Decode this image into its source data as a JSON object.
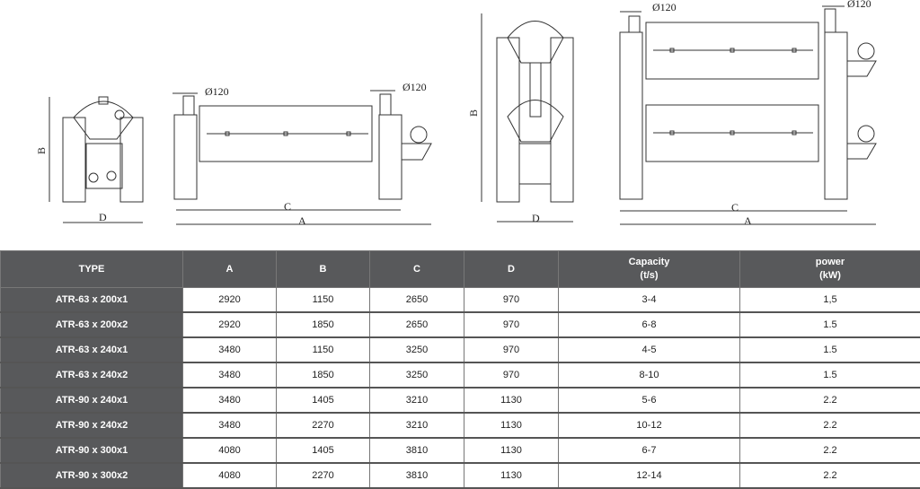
{
  "drawings": {
    "labels": {
      "a": "A",
      "b": "B",
      "c": "C",
      "d": "D",
      "pipe": "Ø120"
    }
  },
  "table": {
    "headers": {
      "type": "TYPE",
      "a": "A",
      "b": "B",
      "c": "C",
      "d": "D",
      "capacity": "Capacity",
      "capacity_unit": "(t/s)",
      "power": "power",
      "power_unit": "(kW)"
    },
    "rows": [
      {
        "type": "ATR-63 x 200x1",
        "a": "2920",
        "b": "1150",
        "c": "2650",
        "d": "970",
        "capacity": "3-4",
        "power": "1,5"
      },
      {
        "type": "ATR-63 x 200x2",
        "a": "2920",
        "b": "1850",
        "c": "2650",
        "d": "970",
        "capacity": "6-8",
        "power": "1.5"
      },
      {
        "type": "ATR-63 x 240x1",
        "a": "3480",
        "b": "1150",
        "c": "3250",
        "d": "970",
        "capacity": "4-5",
        "power": "1.5"
      },
      {
        "type": "ATR-63 x 240x2",
        "a": "3480",
        "b": "1850",
        "c": "3250",
        "d": "970",
        "capacity": "8-10",
        "power": "1.5"
      },
      {
        "type": "ATR-90 x 240x1",
        "a": "3480",
        "b": "1405",
        "c": "3210",
        "d": "1130",
        "capacity": "5-6",
        "power": "2.2"
      },
      {
        "type": "ATR-90 x 240x2",
        "a": "3480",
        "b": "2270",
        "c": "3210",
        "d": "1130",
        "capacity": "10-12",
        "power": "2.2"
      },
      {
        "type": "ATR-90 x 300x1",
        "a": "4080",
        "b": "1405",
        "c": "3810",
        "d": "1130",
        "capacity": "6-7",
        "power": "2.2"
      },
      {
        "type": "ATR-90 x 300x2",
        "a": "4080",
        "b": "2270",
        "c": "3810",
        "d": "1130",
        "capacity": "12-14",
        "power": "2.2"
      }
    ]
  }
}
